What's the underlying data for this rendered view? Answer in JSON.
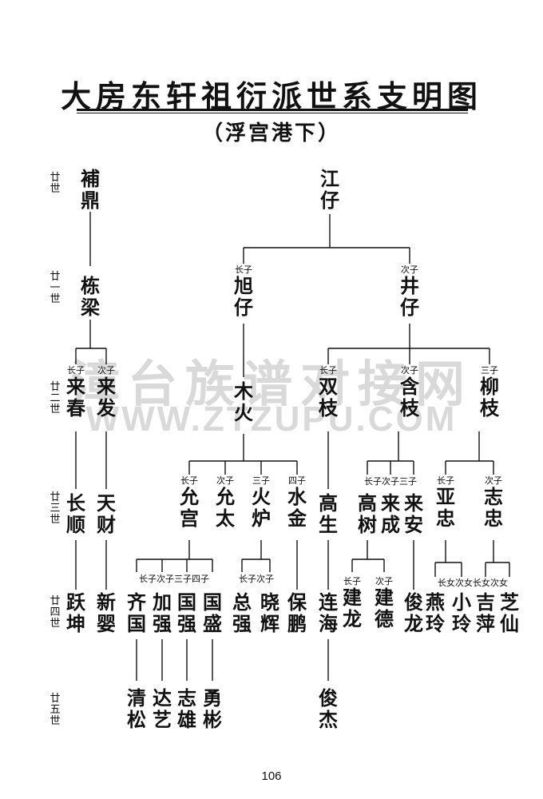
{
  "title": "大房东轩祖衍派世系支明图",
  "subtitle": "（浮宫港下）",
  "watermark": {
    "line1": "漳台族谱对接网",
    "line2": "WWW.ZTZUPU.COM"
  },
  "page_number": "106",
  "generations": [
    "廿世",
    "廿一世",
    "廿二世",
    "廿三世",
    "廿四世",
    "廿五世"
  ],
  "people": {
    "g20": {
      "bu_ding": {
        "name": "補鼎"
      },
      "jiang_zai": {
        "name": "江仔"
      }
    },
    "g21": {
      "dong_liang": {
        "name": "栋梁"
      },
      "xu_zai": {
        "rank": "长子",
        "name": "旭仔"
      },
      "jing_zai": {
        "rank": "次子",
        "name": "井仔"
      }
    },
    "g22": {
      "lai_chun": {
        "rank": "长子",
        "name": "来春"
      },
      "lai_fa": {
        "rank": "次子",
        "name": "来发"
      },
      "mu_huo": {
        "name": "木火"
      },
      "shuang_zhi": {
        "rank": "长子",
        "name": "双枝"
      },
      "han_zhi": {
        "rank": "次子",
        "name": "含枝"
      },
      "liu_zhi": {
        "rank": "三子",
        "name": "柳枝"
      }
    },
    "g23": {
      "chang_shun": {
        "name": "长顺"
      },
      "tian_cai": {
        "name": "天财"
      },
      "yun_gong": {
        "rank": "长子",
        "name": "允宫"
      },
      "yun_tai": {
        "rank": "次子",
        "name": "允太"
      },
      "huo_lu": {
        "rank": "三子",
        "name": "火炉"
      },
      "shui_jin": {
        "rank": "四子",
        "name": "水金"
      },
      "gao_sheng": {
        "name": "高生"
      },
      "gao_shu": {
        "name": "高树"
      },
      "lai_cheng": {
        "name": "来成"
      },
      "lai_an": {
        "name": "来安"
      },
      "ya_zhong": {
        "rank": "长子",
        "name": "亚忠"
      },
      "zhi_zhong": {
        "rank": "次子",
        "name": "志忠"
      },
      "ranks_b": "长子次子三子"
    },
    "g24": {
      "yue_kun": {
        "name": "跃坤"
      },
      "xin_ying": {
        "name": "新婴"
      },
      "qi_guo": {
        "name": "齐国"
      },
      "jia_qiang": {
        "name": "加强"
      },
      "guo_qiang": {
        "name": "国强"
      },
      "guo_sheng": {
        "name": "国盛"
      },
      "ranks_a": "长子次子三子四子",
      "zong_qiang": {
        "name": "总强"
      },
      "xiao_hui": {
        "name": "晓辉"
      },
      "ranks_b": "长子次子",
      "bao_peng": {
        "name": "保鹏"
      },
      "lian_hai": {
        "name": "连海"
      },
      "jian_long": {
        "rank": "长子",
        "name": "建龙"
      },
      "jian_de": {
        "rank": "次子",
        "name": "建德"
      },
      "jun_long": {
        "name": "俊龙"
      },
      "yan_ling": {
        "name": "燕玲"
      },
      "xiao_ling": {
        "name": "小玲"
      },
      "ji_ping": {
        "name": "吉萍"
      },
      "zhi_xian": {
        "name": "芝仙"
      },
      "ranks_c": "长女次女长女次女"
    },
    "g25": {
      "qing_song": {
        "name": "清松"
      },
      "da_yi": {
        "name": "达艺"
      },
      "zhi_xiong": {
        "name": "志雄"
      },
      "yong_bin": {
        "name": "勇彬"
      },
      "jun_jie": {
        "name": "俊杰"
      }
    }
  }
}
